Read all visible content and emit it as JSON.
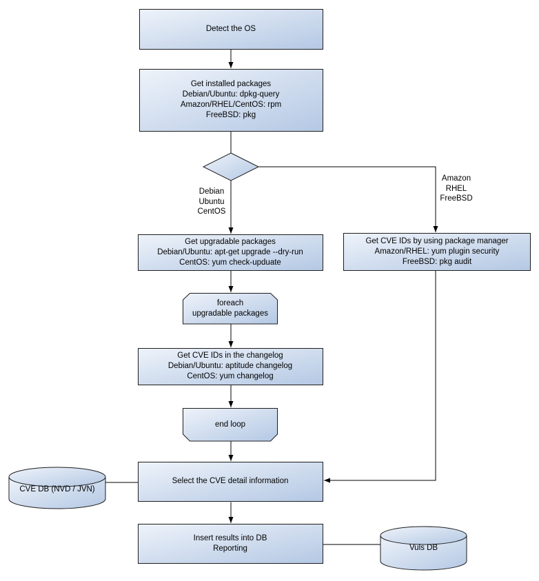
{
  "colors": {
    "node_fill_light": "#eef3fa",
    "node_fill_dark": "#b4c8e4",
    "node_border": "#1c1c1c",
    "connector": "#000000",
    "background": "#ffffff",
    "text": "#000000"
  },
  "diagram": {
    "nodes": {
      "detect_os": {
        "type": "process",
        "lines": [
          "Detect the OS"
        ]
      },
      "get_installed": {
        "type": "process",
        "lines": [
          "Get installed packages",
          "Debian/Ubuntu: dpkg-query",
          "Amazon/RHEL/CentOS: rpm",
          "FreeBSD: pkg"
        ]
      },
      "os_decision": {
        "type": "decision",
        "lines": []
      },
      "get_upgradable": {
        "type": "process",
        "lines": [
          "Get upgradable packages",
          "Debian/Ubuntu: apt-get upgrade --dry-run",
          "CentOS: yum check-upduate"
        ]
      },
      "get_cve_pkgmgr": {
        "type": "process",
        "lines": [
          "Get CVE IDs by using package manager",
          "Amazon/RHEL: yum plugin security",
          "FreeBSD: pkg audit"
        ]
      },
      "foreach_loop": {
        "type": "loop-start",
        "lines": [
          "foreach",
          "upgradable packages"
        ]
      },
      "get_cve_changelog": {
        "type": "process",
        "lines": [
          "Get CVE IDs in the changelog",
          "Debian/Ubuntu: aptitude changelog",
          "CentOS: yum changelog"
        ]
      },
      "end_loop": {
        "type": "loop-end",
        "lines": [
          "end loop"
        ]
      },
      "select_cve": {
        "type": "process",
        "lines": [
          "Select the CVE detail information"
        ]
      },
      "insert_results": {
        "type": "process",
        "lines": [
          "Insert results into DB",
          "Reporting"
        ]
      },
      "cve_db": {
        "type": "database",
        "lines": [
          "CVE DB (NVD / JVN)"
        ]
      },
      "vuls_db": {
        "type": "database",
        "lines": [
          "Vuls DB"
        ]
      }
    },
    "edge_labels": {
      "left_branch": [
        "Debian",
        "Ubuntu",
        "CentOS"
      ],
      "right_branch": [
        "Amazon",
        "RHEL",
        "FreeBSD"
      ]
    }
  }
}
